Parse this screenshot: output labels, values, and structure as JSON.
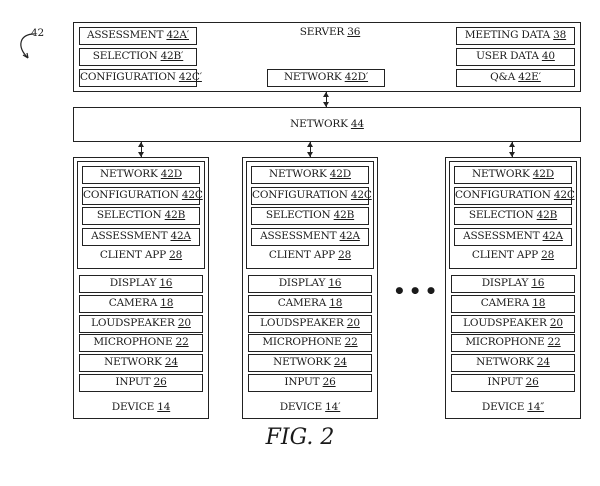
{
  "ref_label": "42",
  "server": {
    "title": "SERVER",
    "title_ref": "36",
    "left_items": [
      {
        "label": "ASSESSMENT",
        "ref": "42A′"
      },
      {
        "label": "SELECTION",
        "ref": "42B′"
      },
      {
        "label": "CONFIGURATION",
        "ref": "42C′"
      }
    ],
    "center_item": {
      "label": "NETWORK",
      "ref": "42D′"
    },
    "right_items": [
      {
        "label": "MEETING DATA",
        "ref": "38"
      },
      {
        "label": "USER DATA",
        "ref": "40"
      },
      {
        "label": "Q&A",
        "ref": "42E′"
      }
    ]
  },
  "network": {
    "label": "NETWORK",
    "ref": "44"
  },
  "devices": [
    {
      "label": "DEVICE",
      "ref": "14",
      "client_app": {
        "label": "CLIENT APP",
        "ref": "28",
        "modules": [
          {
            "label": "NETWORK",
            "ref": "42D"
          },
          {
            "label": "CONFIGURATION",
            "ref": "42C"
          },
          {
            "label": "SELECTION",
            "ref": "42B"
          },
          {
            "label": "ASSESSMENT",
            "ref": "42A"
          }
        ]
      },
      "components": [
        {
          "label": "DISPLAY",
          "ref": "16"
        },
        {
          "label": "CAMERA",
          "ref": "18"
        },
        {
          "label": "LOUDSPEAKER",
          "ref": "20"
        },
        {
          "label": "MICROPHONE",
          "ref": "22"
        },
        {
          "label": "NETWORK",
          "ref": "24"
        },
        {
          "label": "INPUT",
          "ref": "26"
        }
      ]
    },
    {
      "label": "DEVICE",
      "ref": "14′",
      "client_app": {
        "label": "CLIENT APP",
        "ref": "28",
        "modules": [
          {
            "label": "NETWORK",
            "ref": "42D"
          },
          {
            "label": "CONFIGURATION",
            "ref": "42C"
          },
          {
            "label": "SELECTION",
            "ref": "42B"
          },
          {
            "label": "ASSESSMENT",
            "ref": "42A"
          }
        ]
      },
      "components": [
        {
          "label": "DISPLAY",
          "ref": "16"
        },
        {
          "label": "CAMERA",
          "ref": "18"
        },
        {
          "label": "LOUDSPEAKER",
          "ref": "20"
        },
        {
          "label": "MICROPHONE",
          "ref": "22"
        },
        {
          "label": "NETWORK",
          "ref": "24"
        },
        {
          "label": "INPUT",
          "ref": "26"
        }
      ]
    },
    {
      "label": "DEVICE",
      "ref": "14″",
      "client_app": {
        "label": "CLIENT APP",
        "ref": "28",
        "modules": [
          {
            "label": "NETWORK",
            "ref": "42D"
          },
          {
            "label": "CONFIGURATION",
            "ref": "42C"
          },
          {
            "label": "SELECTION",
            "ref": "42B"
          },
          {
            "label": "ASSESSMENT",
            "ref": "42A"
          }
        ]
      },
      "components": [
        {
          "label": "DISPLAY",
          "ref": "16"
        },
        {
          "label": "CAMERA",
          "ref": "18"
        },
        {
          "label": "LOUDSPEAKER",
          "ref": "20"
        },
        {
          "label": "MICROPHONE",
          "ref": "22"
        },
        {
          "label": "NETWORK",
          "ref": "24"
        },
        {
          "label": "INPUT",
          "ref": "26"
        }
      ]
    }
  ],
  "ellipsis": "•••",
  "figure_caption": "FIG. 2"
}
